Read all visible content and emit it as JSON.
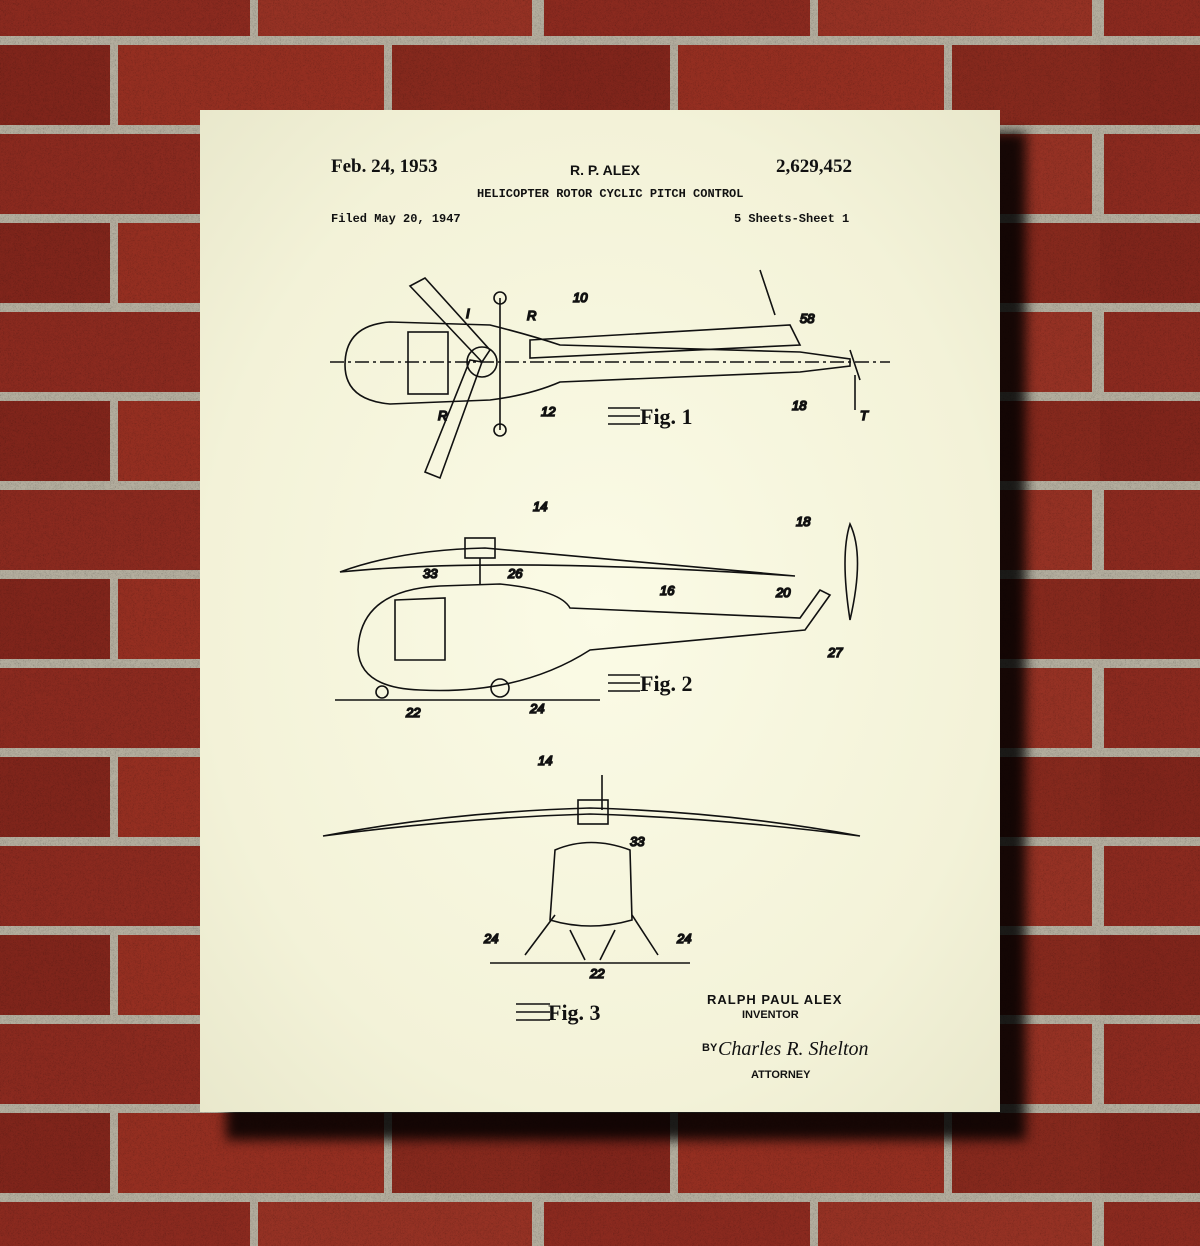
{
  "colors": {
    "brick": "#8e2a1f",
    "mortar": "#b9b3a3",
    "paper": "#f7f6de",
    "ink": "#111111"
  },
  "patent": {
    "date": "Feb. 24, 1953",
    "inventor_short": "R. P. ALEX",
    "number": "2,629,452",
    "title": "HELICOPTER ROTOR CYCLIC PITCH CONTROL",
    "filed": "Filed May 20, 1947",
    "sheets": "5 Sheets-Sheet 1"
  },
  "figures": {
    "fig1": {
      "label": "Fig. 1",
      "refs": [
        "10",
        "12",
        "58",
        "18",
        "I",
        "R",
        "R",
        "T"
      ]
    },
    "fig2": {
      "label": "Fig. 2",
      "refs": [
        "14",
        "33",
        "26",
        "16",
        "18",
        "20",
        "27",
        "22",
        "24"
      ]
    },
    "fig3": {
      "label": "Fig. 3",
      "refs": [
        "14",
        "33",
        "24",
        "24",
        "22"
      ]
    }
  },
  "signature": {
    "inventor_name": "RALPH PAUL ALEX",
    "inventor_role": "INVENTOR",
    "by": "BY",
    "attorney_signature": "Charles R. Shelton",
    "attorney_role": "ATTORNEY"
  }
}
